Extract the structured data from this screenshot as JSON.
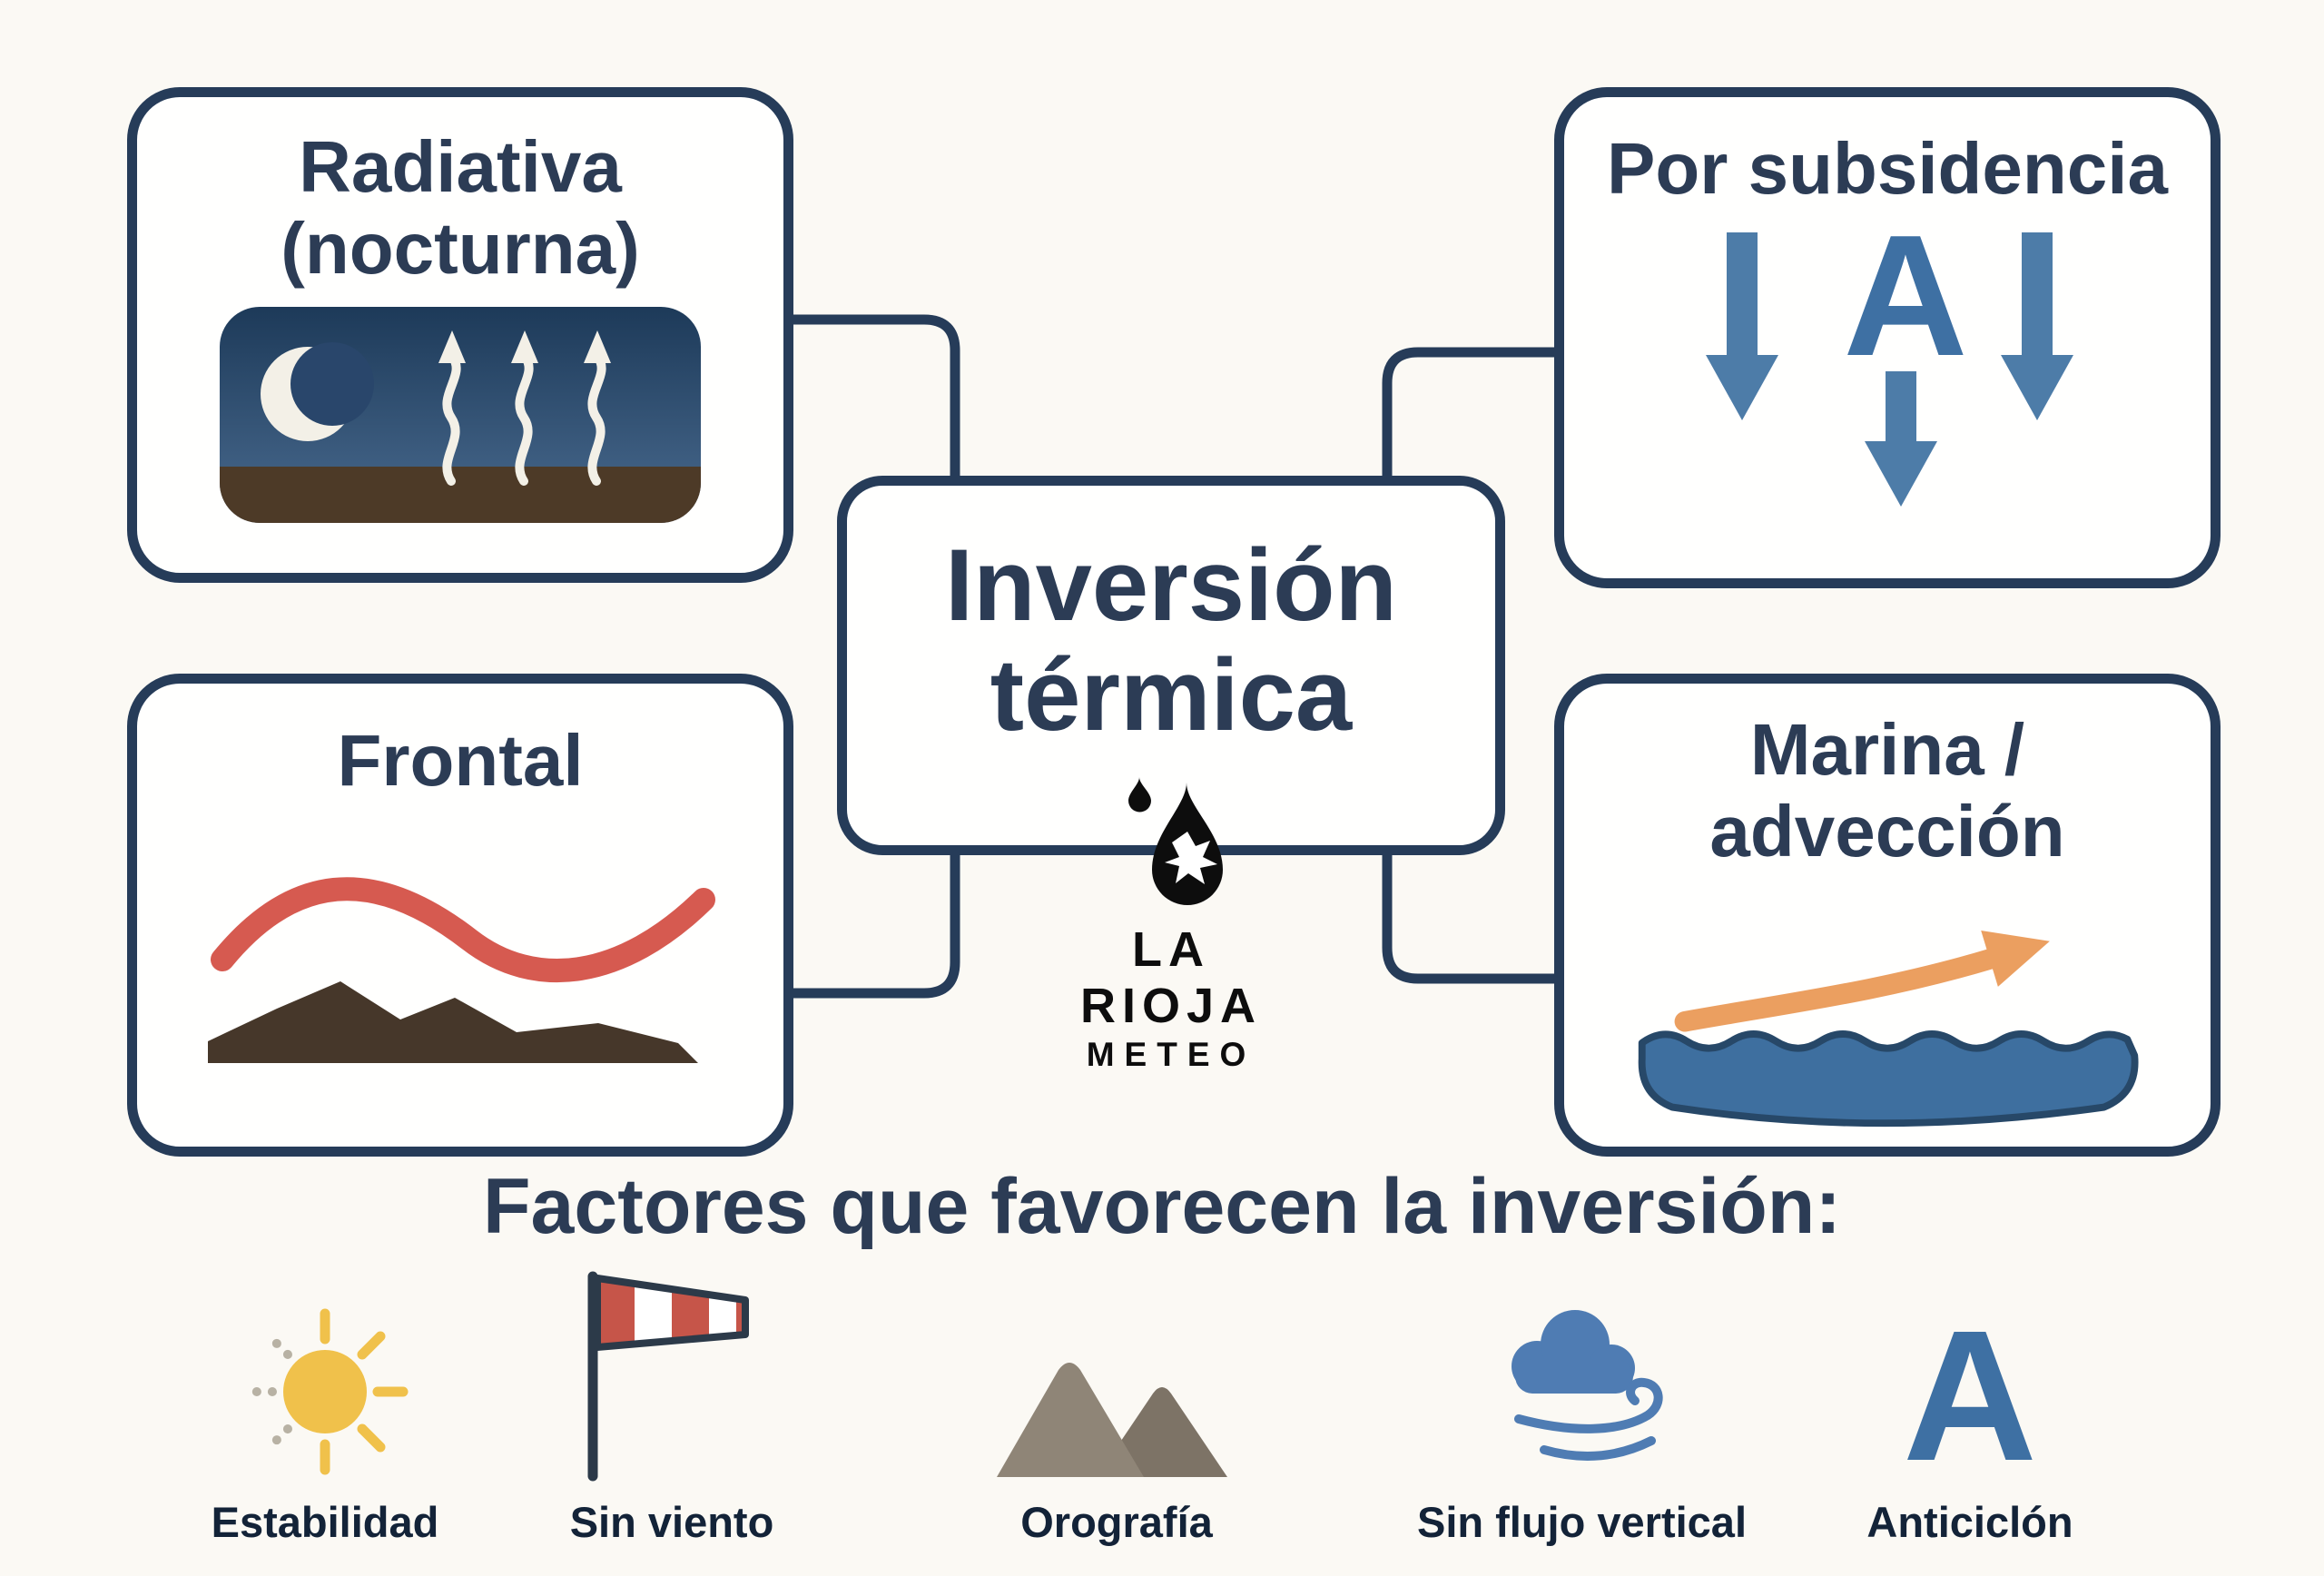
{
  "center": {
    "title": "Inversión térmica"
  },
  "logo": {
    "line1": "LA RIOJA",
    "line2": "METEO"
  },
  "boxes": {
    "radiativa": {
      "title": "Radiativa (nocturna)"
    },
    "frontal": {
      "title": "Frontal"
    },
    "subsidencia": {
      "title": "Por subsidencia",
      "letter": "A"
    },
    "marina": {
      "title": "Marina / advección"
    }
  },
  "factors": {
    "title": "Factores que favorecen la inversión:",
    "items": [
      {
        "icon": "sun-icon",
        "label": "Estabilidad"
      },
      {
        "icon": "windsock-icon",
        "label": "Sin viento"
      },
      {
        "icon": "mountains-icon",
        "label": "Orografía"
      },
      {
        "icon": "wind-cloud-icon",
        "label": "Sin flujo vertical"
      },
      {
        "icon": "anticyclone-a-icon",
        "label": "Anticiclón",
        "letter": "A"
      }
    ]
  },
  "colors": {
    "outline_navy": "#263c59",
    "heading_navy": "#2c3c55",
    "arrow_blue": "#4d7ca8",
    "letter_blue": "#3e70a3",
    "front_red": "#d65a50",
    "mountain_brown": "#46372a",
    "advection_orange": "#eb9f60",
    "water_blue": "#3e6f9f",
    "sun_yellow": "#f0c14b",
    "windsock_red": "#c65549",
    "orography_taupe": "#8f8577",
    "cloud_blue": "#4f7cb3",
    "night_sky": "#1d3a59",
    "ground_brown": "#4d3a27",
    "logo_black": "#0d0d0d",
    "background": "#fbf9f4"
  }
}
